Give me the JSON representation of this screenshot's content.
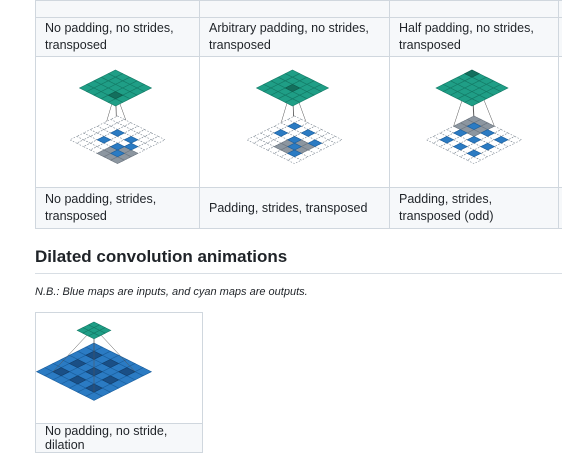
{
  "transposed_table": {
    "top_row": [
      "",
      "",
      "",
      ""
    ],
    "header_row": [
      "No padding, no strides, transposed",
      "Arbitrary padding, no strides, transposed",
      "Half padding, no strides, transposed",
      ""
    ],
    "bottom_row": [
      "No padding, strides, transposed",
      "Padding, strides, transposed",
      "Padding, strides, transposed (odd)",
      ""
    ]
  },
  "dilated_section": {
    "heading": "Dilated convolution animations",
    "note": "N.B.: Blue maps are inputs, and cyan maps are outputs.",
    "caption": "No padding, no stride, dilation"
  },
  "colors": {
    "output_teal": "#1f9e86",
    "input_blue": "#2b7bc3",
    "kernel_gray": "#8c96a0",
    "border": "#d0d7de",
    "caption_bg": "#f6f8fa"
  }
}
